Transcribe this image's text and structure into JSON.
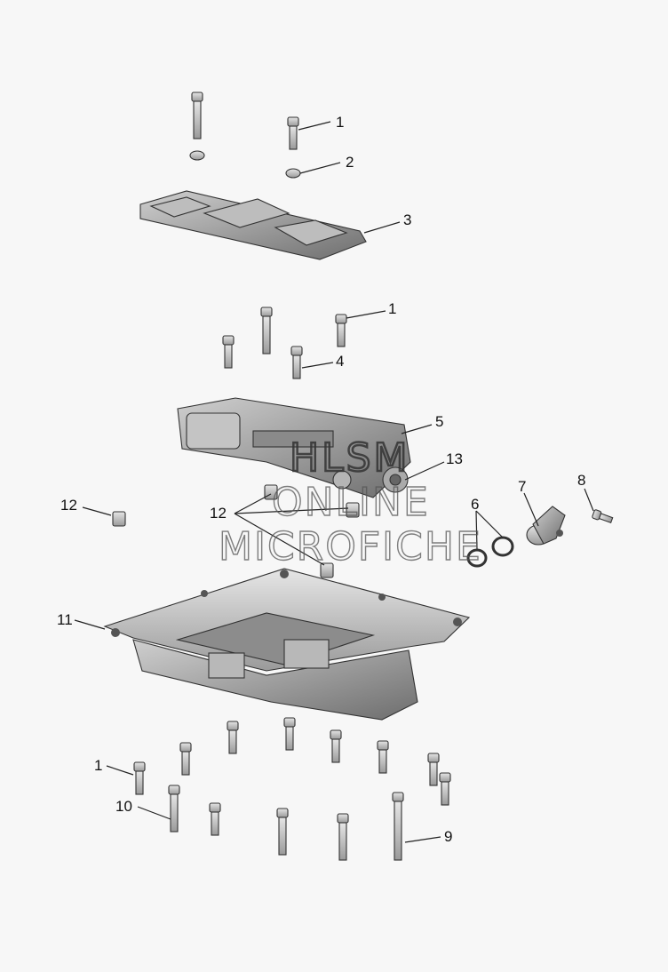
{
  "diagram": {
    "callouts": [
      {
        "id": "c1a",
        "label": "1"
      },
      {
        "id": "c2",
        "label": "2"
      },
      {
        "id": "c3",
        "label": "3"
      },
      {
        "id": "c1b",
        "label": "1"
      },
      {
        "id": "c4",
        "label": "4"
      },
      {
        "id": "c5",
        "label": "5"
      },
      {
        "id": "c13",
        "label": "13"
      },
      {
        "id": "c8",
        "label": "8"
      },
      {
        "id": "c7",
        "label": "7"
      },
      {
        "id": "c6",
        "label": "6"
      },
      {
        "id": "c12a",
        "label": "12"
      },
      {
        "id": "c12b",
        "label": "12"
      },
      {
        "id": "c11",
        "label": "11"
      },
      {
        "id": "c1c",
        "label": "1"
      },
      {
        "id": "c10",
        "label": "10"
      },
      {
        "id": "c9",
        "label": "9"
      }
    ],
    "watermark": {
      "line1": "HLSM",
      "line2": "ONLINE",
      "line3": "MICROFICHE"
    }
  }
}
